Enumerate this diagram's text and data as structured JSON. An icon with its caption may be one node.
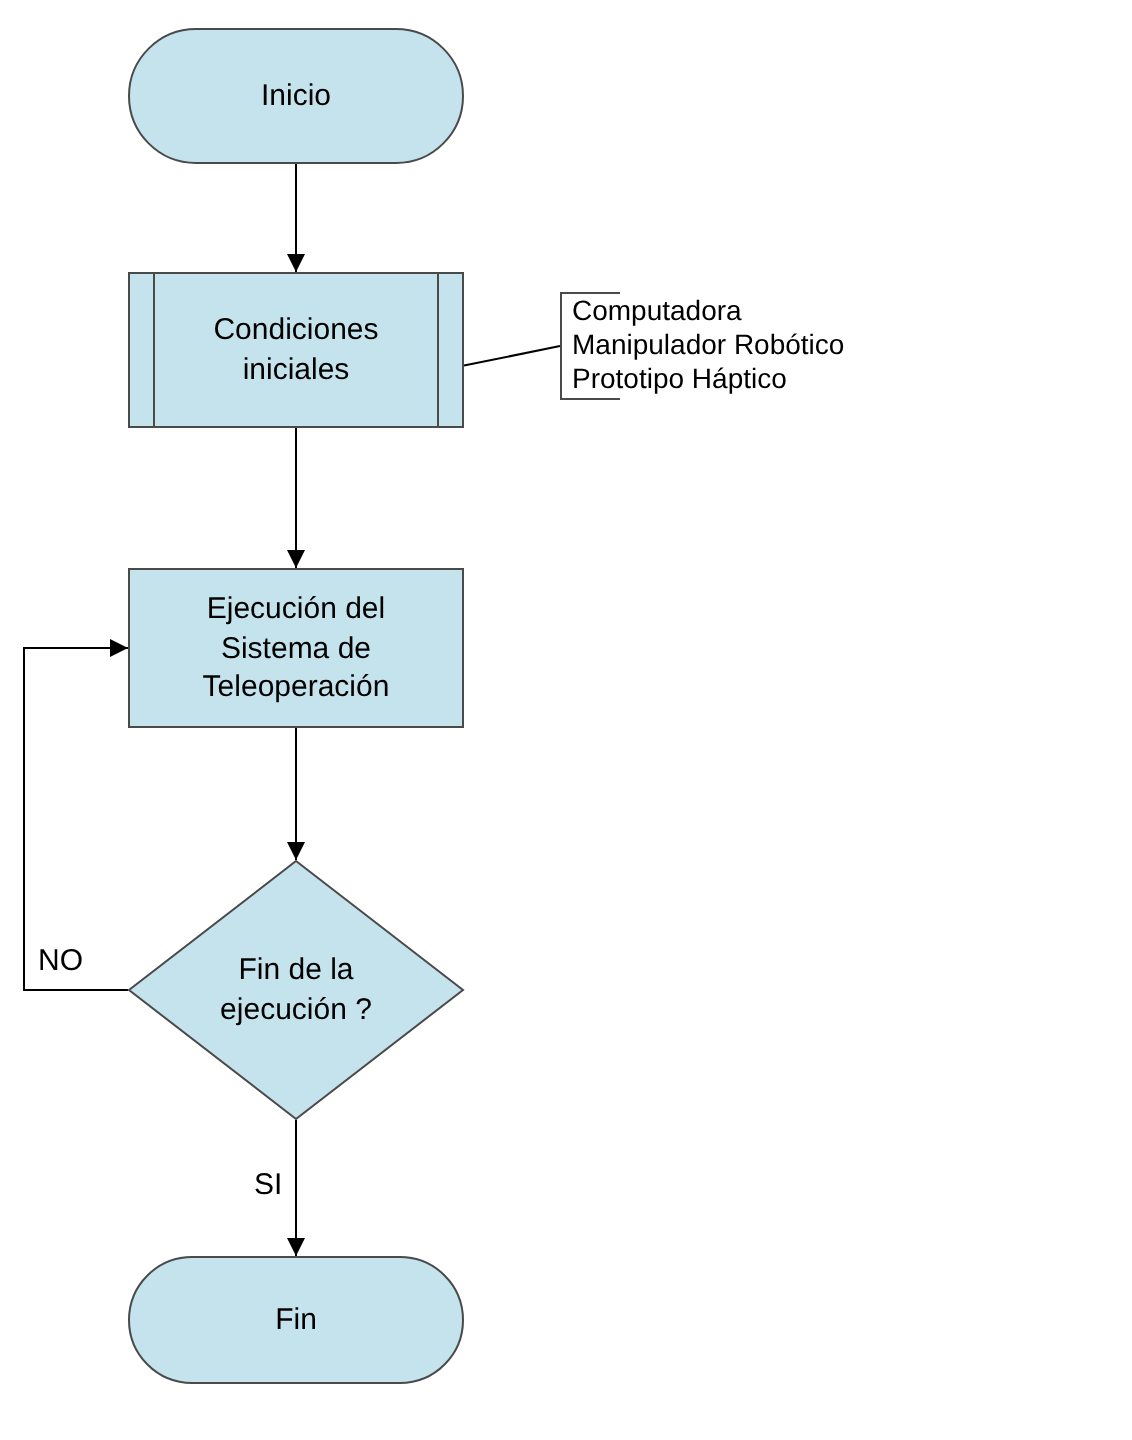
{
  "diagram": {
    "nodes": [
      {
        "text": [
          "Inicio"
        ]
      },
      {
        "text": [
          "Condiciones iniciales"
        ]
      },
      {
        "text": [
          "Ejecución del Sistema de Teleoperación"
        ]
      },
      {
        "text": [
          "Fin de la ejecución ?"
        ]
      },
      {
        "text": [
          "Fin"
        ]
      },
      {
        "text": [
          "Computadora",
          "Manipulador Robótico",
          "Prototipo Háptico"
        ]
      }
    ],
    "edges": [
      {
        "from": 0,
        "to": 1,
        "arrow": "to"
      },
      {
        "from": 1,
        "to": 2,
        "arrow": "to"
      },
      {
        "from": 2,
        "to": 3,
        "arrow": "to"
      },
      {
        "from": 3,
        "to": 4,
        "arrow": "to",
        "label": "SI"
      },
      {
        "from": 3,
        "to": 2,
        "arrow": "to",
        "label": "NO"
      },
      {
        "from": 5,
        "to": 1,
        "arrow": "none"
      }
    ]
  }
}
